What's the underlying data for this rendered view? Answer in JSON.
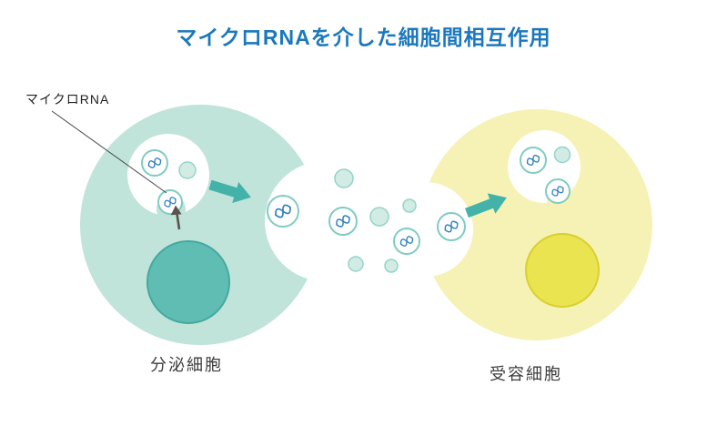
{
  "title": {
    "text": "マイクロRNAを介した細胞間相互作用"
  },
  "labels": {
    "microrna": "マイクロRNA",
    "secreting_cell": "分泌細胞",
    "receiving_cell": "受容細胞"
  },
  "colors": {
    "title_text": "#1b78be",
    "left_cell": "#c0e3da",
    "left_nucleus": "#5fbdb3",
    "left_nucleus_stroke": "#45a99d",
    "right_cell": "#f6f2b5",
    "right_nucleus": "#e9e44f",
    "right_nucleus_stroke": "#d8d030",
    "arrow": "#43b3a9",
    "exosome_stroke": "#7fccc2",
    "exosome_plain_fill": "#d2ece5",
    "rna_strand": "#2f7fc0",
    "dark_arrow": "#5c534e",
    "label_text": "#3c3c3c",
    "pointer_line": "#4a4a4a",
    "background": "#ffffff"
  }
}
